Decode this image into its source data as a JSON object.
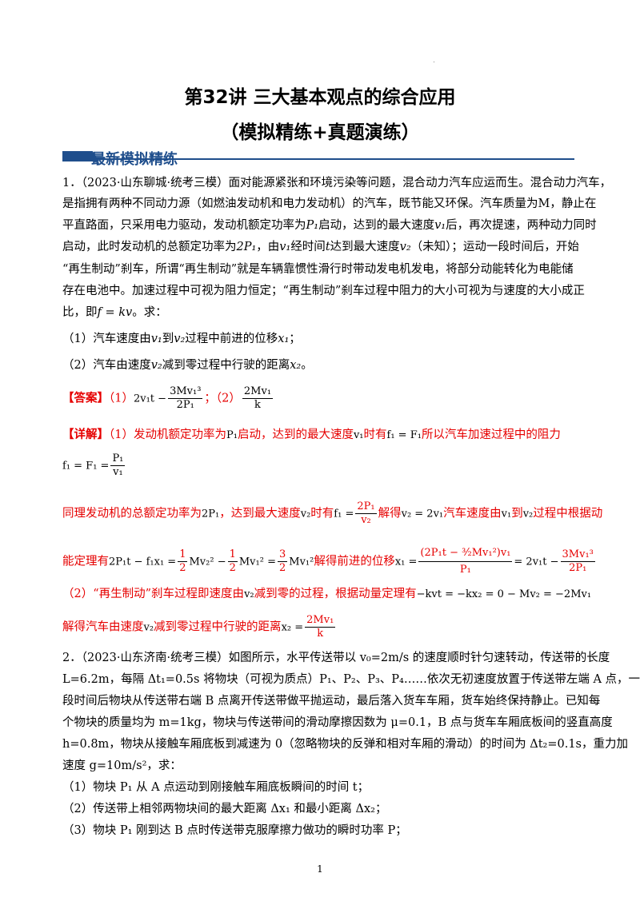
{
  "title": {
    "line1": "第32讲  三大基本观点的综合应用",
    "line2": "（模拟精练+真题演练）"
  },
  "section": {
    "label": "最新模拟精练"
  },
  "q1": {
    "l1": "1．（2023·山东聊城·统考三模）面对能源紧张和环境污染等问题，混合动力汽车应运而生。混合动力汽车，",
    "l2": "是指拥有两种不同动力源（如燃油发动机和电力发动机）的汽车，既节能又环保。汽车质量为M，静止在",
    "l3a": "平直路面，只采用电力驱动，发动机额定功率为",
    "l3b": "启动，达到的最大速度",
    "l3c": "后，再次提速，两种动力同时",
    "l4a": "启动，此时发动机的总额定功率为",
    "l4b": "，由",
    "l4c": "经时间",
    "l4d": "达到最大速度",
    "l4e": "（未知）；运动一段时间后，开始",
    "l5": "“再生制动”刹车，所谓“再生制动”就是车辆靠惯性滑行时带动发电机发电，将部分动能转化为电能储",
    "l6": "存在电池中。加速过程中可视为阻力恒定；“再生制动”刹车过程中阻力的大小可视为与速度的大小成正",
    "l7a": "比，即",
    "l7b": "。求：",
    "s1a": "（1）汽车速度由",
    "s1b": "到",
    "s1c": "过程中前进的位移",
    "s1d": "；",
    "s2a": "（2）汽车由速度",
    "s2b": "减到零过程中行驶的距离",
    "s2c": "。",
    "answer_label": "【答案】",
    "answer_1": "（1）",
    "answer_sep": "；（2）",
    "detail_label": "【详解】",
    "d1a": "（1）发动机额定功率为",
    "d1b": "启动，达到的最大速度",
    "d1c": "时有",
    "d1d": "所以汽车加速过程中的阻力",
    "d2a": "同理发动机的总额定功率为",
    "d2b": "，达到最大速度",
    "d2c": "时有",
    "d2d": "解得",
    "d2e": "汽车速度由",
    "d2f": "到",
    "d2g": "过程中根据动",
    "d3a": "能定理有",
    "d3b": "解得前进的位移",
    "d4a": "（2）“再生制动”刹车过程即速度由",
    "d4b": "减到零的过程，根据动量定理有",
    "d5a": "解得汽车由速度",
    "d5b": "减到零过程中行驶的距离"
  },
  "q2": {
    "l1": "2．（2023·山东济南·统考三模）如图所示，水平传送带以 v₀=2m/s 的速度顺时针匀速转动，传送带的长度",
    "l2": "L=6.2m，每隔 Δt₁=0.5s 将物块（可视为质点）P₁、P₂、P₃、P₄……依次无初速度放置于传送带左端 A 点，一",
    "l3": "段时间后物块从传送带右端 B 点离开传送带做平抛运动，最后落入货车车厢，货车始终保持静止。已知每",
    "l4": "个物块的质量均为 m=1kg，物块与传送带间的滑动摩擦因数为 μ=0.1，B 点与货车车厢底板间的竖直高度",
    "l5": "h=0.8m，物块从接触车厢底板到减速为 0（忽略物块的反弹和相对车厢的滑动）的时间为 Δt₂=0.1s，重力加",
    "l6": "速度 g=10m/s²，求：",
    "s1": "（1）物块 P₁ 从 A 点运动到刚接触车厢底板瞬间的时间 t；",
    "s2": "（2）传送带上相邻两物块间的最大距离 Δx₁ 和最小距离 Δx₂；",
    "s3": "（3）物块 P₁ 刚到达 B 点时传送带克服摩擦力做功的瞬时功率 P；"
  },
  "math": {
    "P1": "P₁",
    "v1": "v₁",
    "v2": "v₂",
    "twoP1": "2P₁",
    "t": "t",
    "fkv": "f = kv",
    "x1": "x₁",
    "x2": "x₂",
    "ans1_a": "2v₁t −",
    "ans1_num": "3Mv₁³",
    "ans1_den": "2P₁",
    "ans2_num": "2Mv₁",
    "ans2_den": "k",
    "f1eqF1": "f₁ = F₁",
    "f1line_a": "f₁ = F₁ =",
    "f1line_num": "P₁",
    "f1line_den": "v₁",
    "f1eq2_a": "f₁ =",
    "f1eq2_num": "2P₁",
    "f1eq2_den": "v₂",
    "v2eq": "v₂ = 2v₁",
    "energy_a": "2P₁t − f₁x₁ =",
    "energy_h": "1",
    "energy_2": "2",
    "energy_b": "Mv₂² −",
    "energy_c": "Mv₁² =",
    "energy_3": "3",
    "energy_d": "Mv₁²",
    "x1_lhs": "x₁ =",
    "x1_num": "(2P₁t − ³⁄₂Mv₁²)v₁",
    "x1_den": "P₁",
    "x1_rhs": "= 2v₁t −",
    "momentum": "−kvt = −kx₂ = 0 − Mv₂ = −2Mv₁",
    "x2_lhs": "x₂ ="
  },
  "page_number": "1"
}
